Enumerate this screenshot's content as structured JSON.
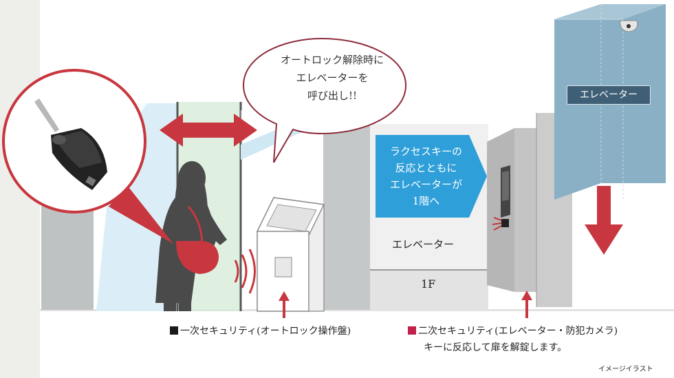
{
  "speech_bubble": {
    "line1": "オートロック解除時に",
    "line2": "エレベーターを",
    "line3": "呼び出し!!"
  },
  "blue_callout": {
    "line1": "ラクセスキーの",
    "line2": "反応とともに",
    "line3": "エレベーターが",
    "line4": "1階へ"
  },
  "elevator_cab_label": "エレベーター",
  "elevator_floor_label": "エレベーター",
  "floor_label": "1F",
  "legend": {
    "primary": "一次セキュリティ(オートロック操作盤)",
    "secondary_line1": "二次セキュリティ(エレベーター・防犯カメラ)",
    "secondary_line2": "キーに反応して扉を解錠します。",
    "primary_color": "#1a1a1a",
    "secondary_color": "#c0224a"
  },
  "footnote": "イメージイラスト",
  "colors": {
    "arrow_red": "#c8373f",
    "callout_blue": "#2e9fd8",
    "elevator_cab": "#8ab0c6",
    "bubble_border": "#8c2b3a"
  }
}
